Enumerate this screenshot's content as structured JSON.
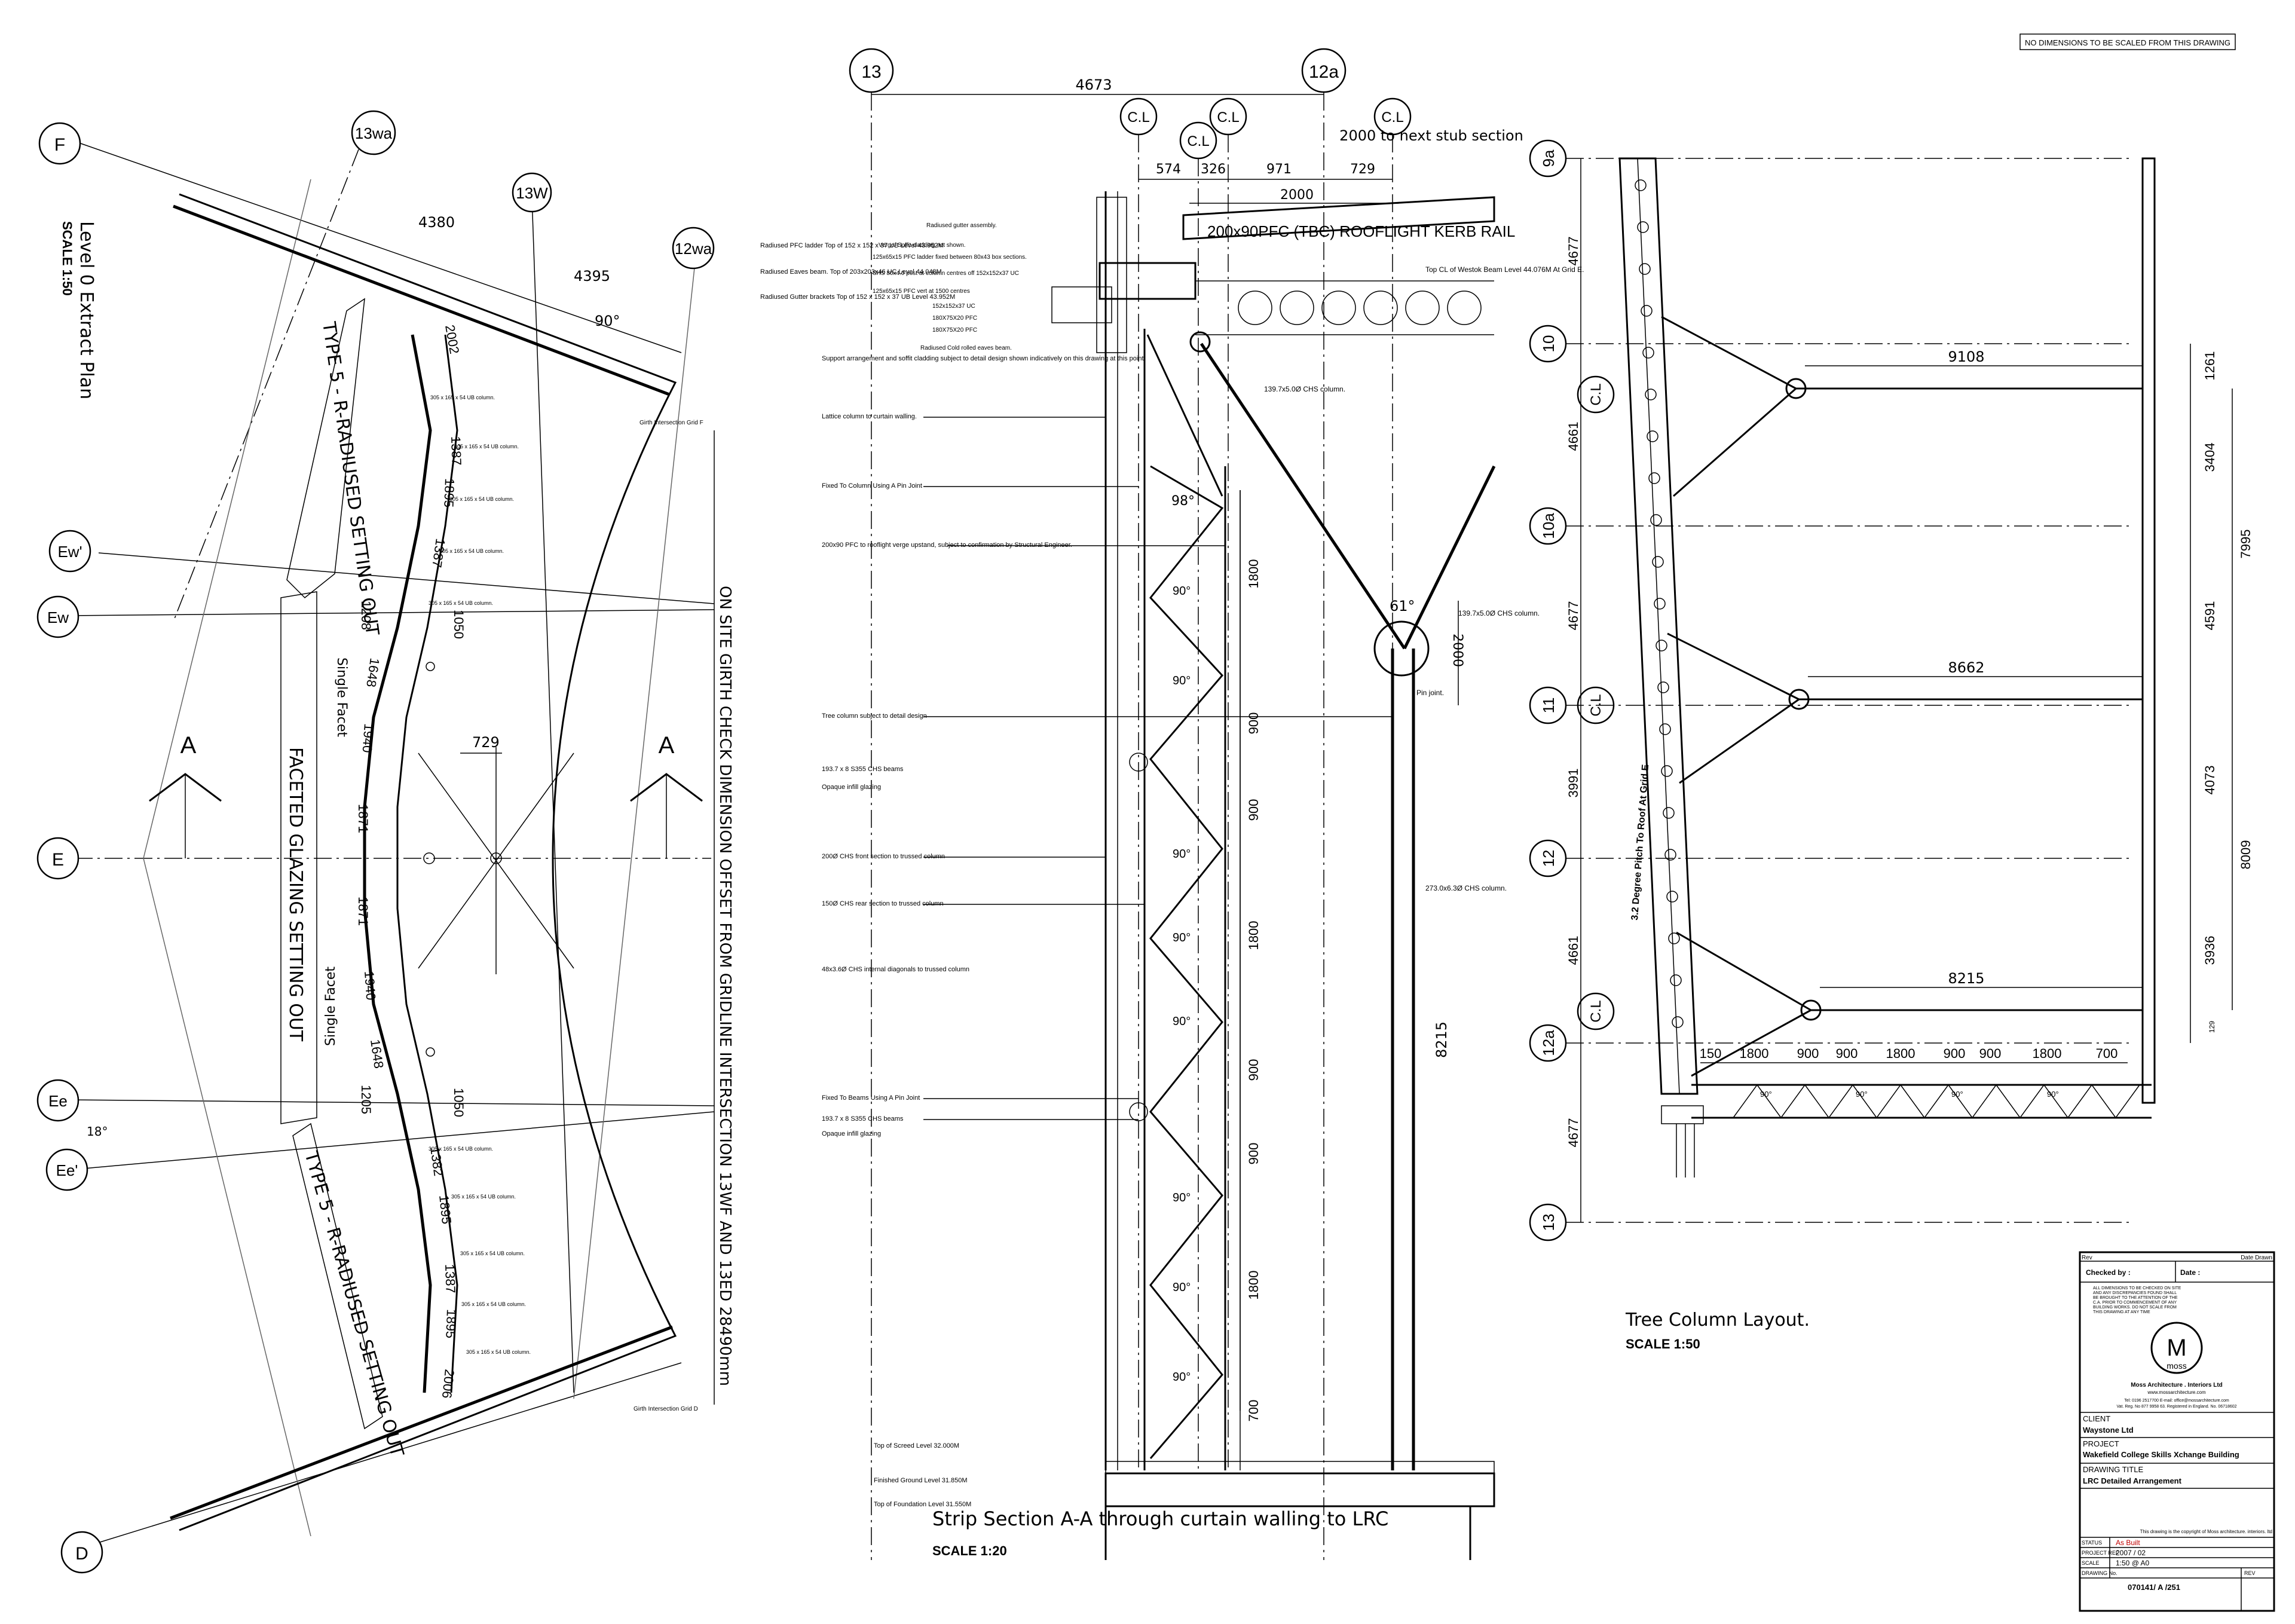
{
  "notice": "NO DIMENSIONS TO BE SCALED FROM THIS DRAWING",
  "plan": {
    "title": "Level 0 Extract Plan",
    "scale": "SCALE 1:50",
    "gridlines": [
      "F",
      "Ew'",
      "Ew",
      "E",
      "Ee",
      "Ee'",
      "D",
      "13wa",
      "13W",
      "12wa"
    ],
    "section_marks": [
      "A",
      "A"
    ],
    "type_upper": "TYPE 5 - R-RADIUSED SETTING OUT",
    "type_lower": "TYPE 5 - R-RADIUSED SETTING OUT",
    "faceted": "FACETED GLAZING SETTING OUT",
    "girth_note": "ON SITE GIRTH CHECK DIMENSION OFFSET FROM GRIDLINE INTERSECTION 13WF AND 13ED 28490mm",
    "single_facet": "Single Facet",
    "angle_90": "90°",
    "angle_18": "18°",
    "dims": [
      "4380",
      "4395",
      "729",
      "2002",
      "1387",
      "1895",
      "1387",
      "1208",
      "1648",
      "1940",
      "1871",
      "1871",
      "1940",
      "1648",
      "1205",
      "1382",
      "1895",
      "1387",
      "1895",
      "2006",
      "1050",
      "1050"
    ],
    "girth_intersect_f": "Girth Intersection Grid F",
    "girth_intersect_d": "Girth Intersection Grid D",
    "ub_label": "305 x 165 x 54 UB column."
  },
  "section": {
    "title": "Strip Section A-A through curtain walling to LRC",
    "scale": "SCALE 1:20",
    "grid_13": "13",
    "grid_12a": "12a",
    "cl": "C.L",
    "dim_overall": "4673",
    "dims_top": [
      "574",
      "326",
      "971",
      "729"
    ],
    "dim_2000": "2000",
    "note_stub": "2000 to next stub section",
    "kerb_rail": "200x90PFC (TBC) ROOFLIGHT KERB RAIL",
    "heights": [
      "1800",
      "900",
      "900",
      "1800",
      "900",
      "900",
      "1800",
      "700"
    ],
    "dim_8215": "8215",
    "dim_2000v": "2000",
    "angle_98": "98°",
    "angle_61": "61°",
    "angle_90": "90°",
    "chs_column_1": "139.7x5.0Ø CHS column.",
    "chs_column_2": "139.7x5.0Ø CHS column.",
    "chs_column_3": "273.0x6.3Ø CHS column.",
    "pin_joint": "Pin joint.",
    "top_cl": "Top CL of Westok Beam Level 44.076M At Grid E.",
    "labels": [
      "Radiused gutter assembly.",
      "Verge/ Soffit cladding not shown.",
      "125x65x15 PFC ladder fixed between 80x43 box sections.",
      "SHS 80x4.0 post at column centres off 152x152x37 UC",
      "125x65x15 PFC vert at 1500 centres",
      "152x152x37 UC",
      "180X75X20 PFC",
      "180X75X20 PFC",
      "Radiused Cold rolled eaves beam."
    ],
    "left_notes": [
      "Radiused PFC ladder Top of 152 x 152 x 37 UB Level 43.952M",
      "Radiused Eaves beam. Top of 203x203x46 UC Level 44.048M",
      "Radiused Gutter brackets Top of 152 x 152 x 37 UB Level 43.952M",
      "Support arrangement and soffit cladding subject to detail design shown indicatively on this drawing at this point.",
      "Lattice column to curtain walling.",
      "Fixed To Column Using A Pin Joint",
      "200x90 PFC to rooflight verge upstand, subject to confirmation by Structural Engineer.",
      "Tree column subject to detail design",
      "193.7 x 8 S355 CHS beams",
      "Opaque infill glazing",
      "200Ø CHS front section to trussed column",
      "150Ø CHS rear section to trussed column",
      "48x3.6Ø CHS internal diagonals to trussed column",
      "Fixed To Beams Using A Pin Joint",
      "193.7 x 8 S355 CHS beams",
      "Opaque infill glazing"
    ],
    "levels": [
      "Top of Screed Level 32.000M",
      "Finished Ground Level 31.850M",
      "Top of Foundation Level 31.550M"
    ]
  },
  "tree": {
    "title": "Tree Column Layout.",
    "scale": "SCALE 1:50",
    "grids": [
      "9a",
      "10",
      "10a",
      "11",
      "12",
      "12a",
      "13"
    ],
    "cl": "C.L",
    "left_dims": [
      "4677",
      "4661",
      "4677",
      "3991",
      "4661",
      "4677"
    ],
    "right_dims_a": [
      "1261",
      "3404",
      "4591",
      "4073",
      "3936",
      "129"
    ],
    "right_dims_b": [
      "7995",
      "8009"
    ],
    "spans": [
      "9108",
      "8662",
      "8215"
    ],
    "bottom_dims": [
      "150",
      "1800",
      "900",
      "900",
      "1800",
      "900",
      "900",
      "1800",
      "700"
    ],
    "pitch_note": "3.2 Degree Pitch To Roof At Grid E",
    "angle_90": "90°"
  },
  "title_block": {
    "rev": "Rev",
    "date_drawn": "Date  Drawn",
    "checked_by": "Checked by :",
    "date": "Date :",
    "notes": "ALL DIMENSIONS TO BE CHECKED ON SITE AND ANY DISCREPANCIES FOUND SHALL BE BROUGHT TO THE ATTENTION OF THE C.A. PRIOR TO COMMENCEMENT OF ANY BUILDING WORKS. DO NOT SCALE FROM THIS DRAWING AT ANY TIME",
    "logo_letter": "M",
    "logo_word": "moss",
    "firm": "Moss Architecture . Interiors Ltd",
    "web": "www.mossarchitecture.com",
    "contact": "Tel: 0196 2517700     E-mail: office@mossarchitecture.com",
    "vat": "Vat. Reg. No 877 9958 63. Registered in England. No. 06718602",
    "client_label": "CLIENT",
    "client": "Waystone Ltd",
    "project_label": "PROJECT",
    "project": "Wakefield College Skills Xchange Building",
    "drawing_title_label": "DRAWING TITLE",
    "drawing_title": "LRC Detailed Arrangement",
    "copyright": "This drawing is the copyright of Moss architecture. interiors. ltd",
    "status_label": "STATUS",
    "status": "As Built",
    "project_ref_label": "PROJECT REF",
    "project_ref": "2007 / 02",
    "scale_label": "SCALE",
    "scale": "1:50 @ A0",
    "drawing_no_label": "DRAWING No.",
    "drawing_no": "070141/ A /251",
    "rev_label": "REV"
  }
}
